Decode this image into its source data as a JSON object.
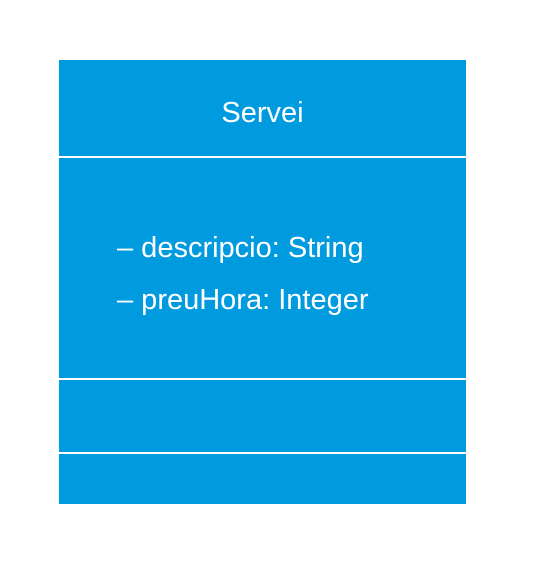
{
  "uml_class": {
    "name": "Servei",
    "attributes": [
      "– descripcio: String",
      "– preuHora: Integer"
    ],
    "operations": [],
    "colors": {
      "fill": "#009ade",
      "text": "#ffffff",
      "divider": "#ffffff"
    }
  }
}
